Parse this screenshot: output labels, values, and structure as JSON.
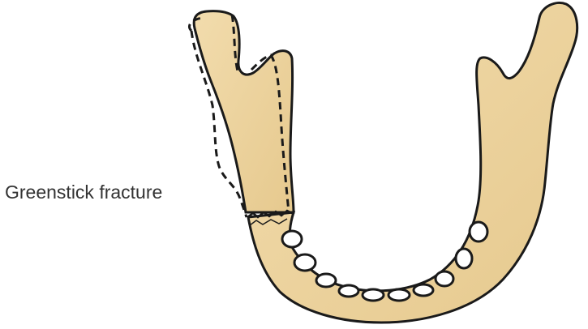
{
  "label": {
    "text": "Greenstick fracture"
  },
  "colors": {
    "bone_fill": "#f0d9a6",
    "bone_shade": "#e3c487",
    "outline": "#1a1a1a",
    "tooth_socket": "#ffffff",
    "background": "#ffffff"
  },
  "icons": {
    "mandible": "mandible-illustration",
    "fracture": "greenstick-fracture-line"
  }
}
